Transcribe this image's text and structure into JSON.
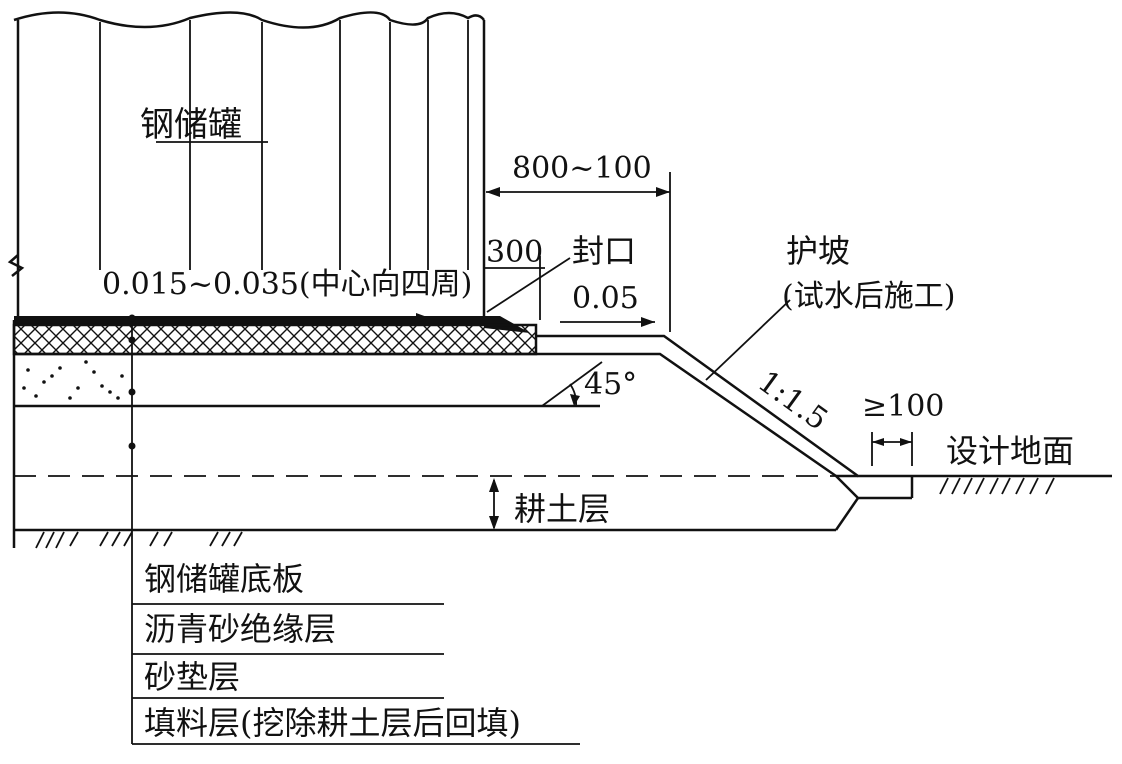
{
  "labels": {
    "tank": "钢储罐",
    "gap_width": "800~100",
    "seal_width": "300",
    "seal": "封口",
    "bottom_slope": "0.015~0.035(中心向四周)",
    "outer_slope": "0.05",
    "revetment": "护坡",
    "revetment_note": "(试水后施工)",
    "angle": "45°",
    "bank_ratio": "1:1.5",
    "min_offset": "≥100",
    "ground": "设计地面",
    "topsoil": "耕土层"
  },
  "legend": [
    "钢储罐底板",
    "沥青砂绝缘层",
    "砂垫层",
    "填料层(挖除耕土层后回填)"
  ]
}
